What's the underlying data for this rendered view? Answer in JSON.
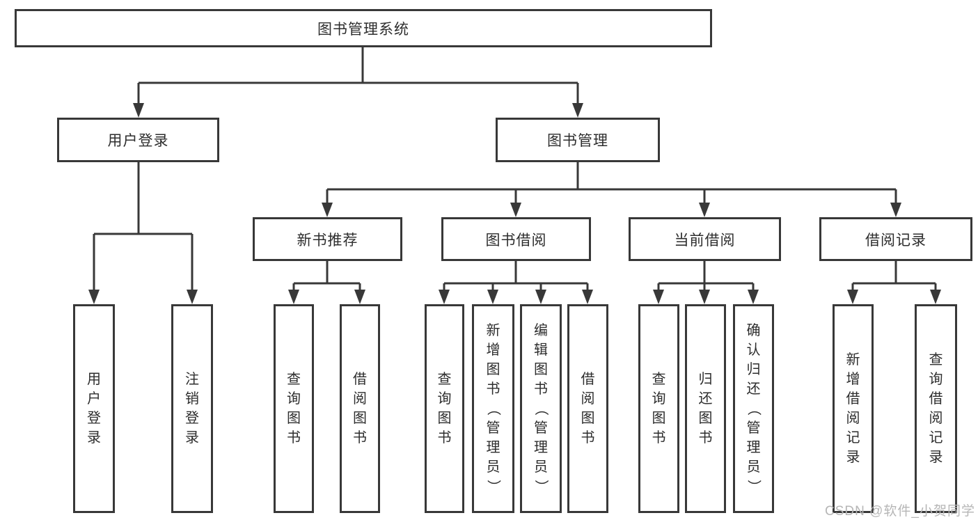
{
  "tree": {
    "root": "图书管理系统",
    "children": [
      {
        "label": "用户登录",
        "children": [
          "用户登录",
          "注销登录"
        ]
      },
      {
        "label": "图书管理",
        "children": [
          {
            "label": "新书推荐",
            "children": [
              "查询图书",
              "借阅图书"
            ]
          },
          {
            "label": "图书借阅",
            "children": [
              "查询图书",
              "新增图书（管理员）",
              "编辑图书（管理员）",
              "借阅图书"
            ]
          },
          {
            "label": "当前借阅",
            "children": [
              "查询图书",
              "归还图书",
              "确认归还（管理员）"
            ]
          },
          {
            "label": "借阅记录",
            "children": [
              "新增借阅记录",
              "查询借阅记录"
            ]
          }
        ]
      }
    ]
  },
  "watermark": {
    "text": "CSDN @软件_小贺同学"
  },
  "colors": {
    "line": "#383838",
    "text": "#2d2d2d",
    "watermark": "#b6b6b6",
    "background": "#ffffff"
  }
}
